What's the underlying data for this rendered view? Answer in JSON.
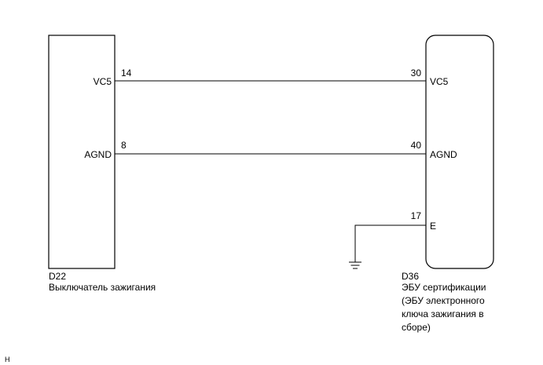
{
  "components": {
    "left": {
      "ref": "D22",
      "name": "Выключатель зажигания",
      "pins": {
        "vc5": {
          "number": "14",
          "label": "VC5"
        },
        "agnd": {
          "number": "8",
          "label": "AGND"
        }
      }
    },
    "right": {
      "ref": "D36",
      "name_lines": [
        "ЭБУ сертификации",
        "(ЭБУ электронного",
        "ключа зажигания в",
        "сборе)"
      ],
      "pins": {
        "vc5": {
          "number": "30",
          "label": "VC5"
        },
        "agnd": {
          "number": "40",
          "label": "AGND"
        },
        "e": {
          "number": "17",
          "label": "E"
        }
      }
    }
  },
  "ground_symbol": "ground-icon",
  "footer_mark": "H"
}
